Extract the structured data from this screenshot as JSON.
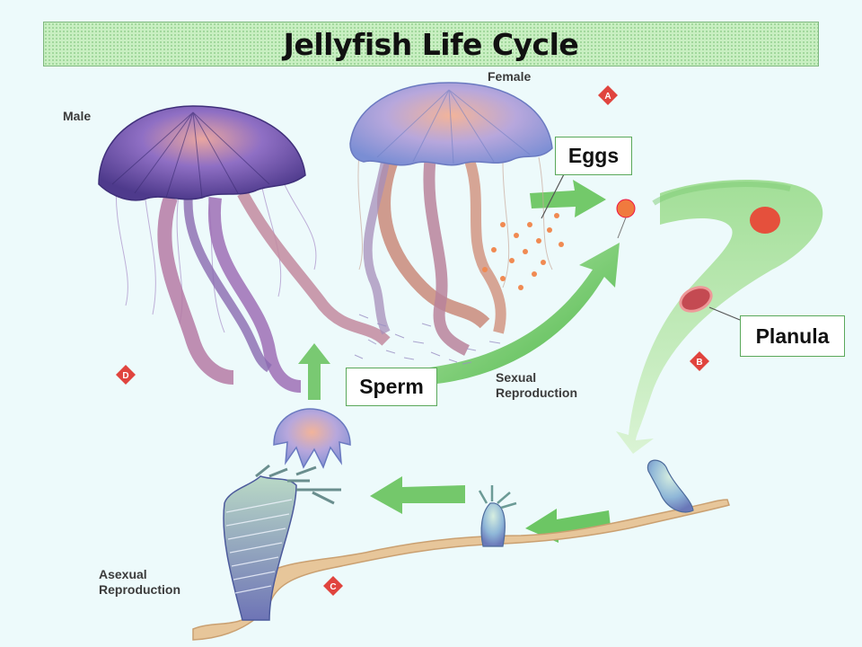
{
  "title": "Jellyfish Life Cycle",
  "labels": {
    "male": "Male",
    "female": "Female",
    "sexual_reproduction": [
      "Sexual",
      "Reproduction"
    ],
    "asexual_reproduction": [
      "Asexual",
      "Reproduction"
    ]
  },
  "callouts": {
    "eggs": "Eggs",
    "planula": "Planula",
    "sperm": "Sperm"
  },
  "stage_markers": [
    "A",
    "B",
    "C",
    "D"
  ],
  "colors": {
    "marker_red": "#e0443e",
    "arrow_green": "#63c35a",
    "callout_border": "#5aa85a",
    "title_band": "#c9efc2",
    "background": "#edfafb"
  }
}
